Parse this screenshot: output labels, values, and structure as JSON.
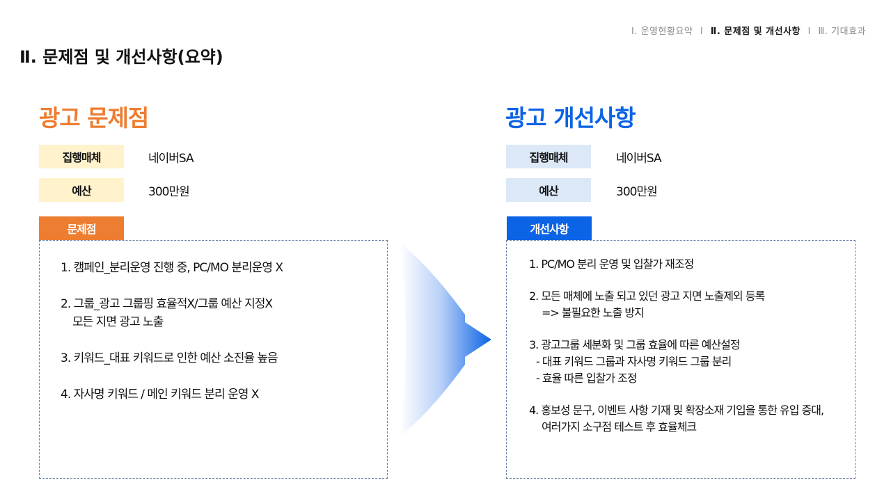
{
  "nav": {
    "item1": "Ⅰ. 운영현황요약",
    "sep1": "l",
    "item2": "Ⅱ. 문제점 및 개선사항",
    "sep2": "l",
    "item3": "Ⅲ. 기대효과"
  },
  "page_title": "Ⅱ. 문제점 및 개선사항(요약)",
  "left": {
    "title": "광고 문제점",
    "media_label": "집행매체",
    "media_value": "네이버SA",
    "budget_label": "예산",
    "budget_value": "300만원",
    "tag": "문제점",
    "items": [
      {
        "line1": "1. 캠페인_분리운영  진행 중, PC/MO 분리운영 X"
      },
      {
        "line1": "2. 그룹_광고  그룹핑 효율적X/그룹  예산 지정X",
        "line2": "모든 지면 광고 노출"
      },
      {
        "line1": "3. 키워드_대표  키워드로 인한 예산 소진율 높음"
      },
      {
        "line1": "4. 자사명  키워드 / 메인 키워드 분리 운영 X"
      }
    ]
  },
  "right": {
    "title": "광고 개선사항",
    "media_label": "집행매체",
    "media_value": "네이버SA",
    "budget_label": "예산",
    "budget_value": "300만원",
    "tag": "개선사항",
    "items": [
      {
        "line1": "1. PC/MO 분리 운영 및 입찰가 재조정"
      },
      {
        "line1": "2. 모든 매체에 노출 되고 있던 광고 지면 노출제외 등록",
        "line2": "=> 불필요한 노출 방지"
      },
      {
        "line1": "3. 광고그룹 세분화 및 그룹 효율에 따른 예산설정",
        "line2": "- 대표 키워드 그룹과 자사명 키워드 그룹 분리",
        "line3": "- 효율 따른 입찰가 조정"
      },
      {
        "line1": "4. 홍보성 문구, 이벤트 사항 기재 및 확장소재 기입을 통한 유입 증대,",
        "line2": "여러가지 소구점 테스트 후 효율체크"
      }
    ]
  },
  "colors": {
    "orange": "#ed7d31",
    "blue": "#0b63e5",
    "label_yellow": "#fff2cc",
    "label_blue": "#dce8f7"
  },
  "icons": {
    "arrow": "chevron-right-arrow-icon"
  }
}
